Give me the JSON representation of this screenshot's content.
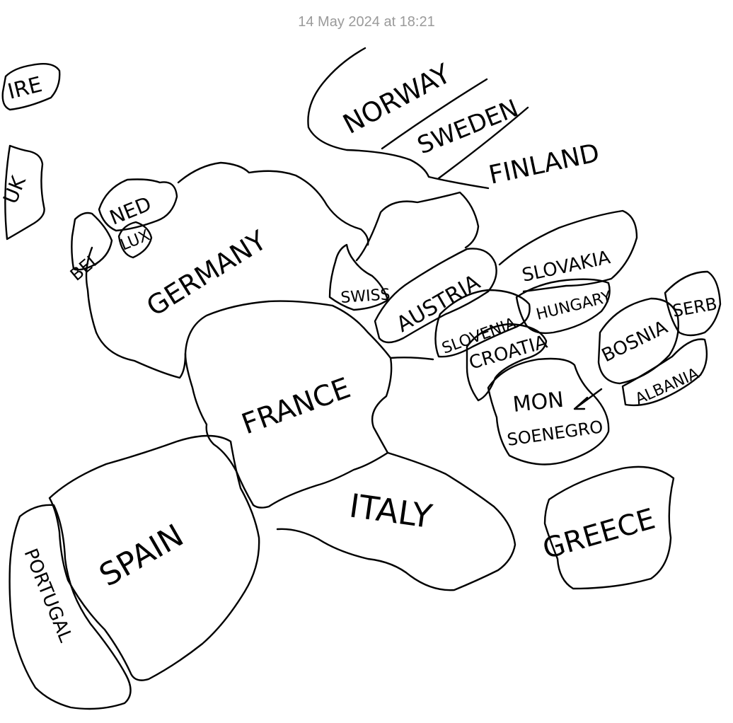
{
  "note": {
    "timestamp": "14 May 2024 at 18:21"
  },
  "map_labels": {
    "ire": "IRE",
    "uk": "UK",
    "norway": "NORWAY",
    "sweden": "SWEDEN",
    "finland": "FINLAND",
    "bel": "BEL",
    "ned": "NED",
    "lux": "LUX",
    "germany": "GERMANY",
    "swiss": "SWISS",
    "austria": "AUSTRIA",
    "slovakia": "SLOVAKIA",
    "hungary": "HUNGARY",
    "slovenia": "SLOVENIA",
    "croatia": "CROATIA",
    "bosnia": "BOSNIA",
    "serb": "SERB",
    "albania": "ALBANIA",
    "montenegro": "MON",
    "montenegro_2": "SOENEGRO",
    "france": "FRANCE",
    "spain": "SPAIN",
    "portugal": "PORTUGAL",
    "italy": "ITALY",
    "greece": "GREECE"
  }
}
